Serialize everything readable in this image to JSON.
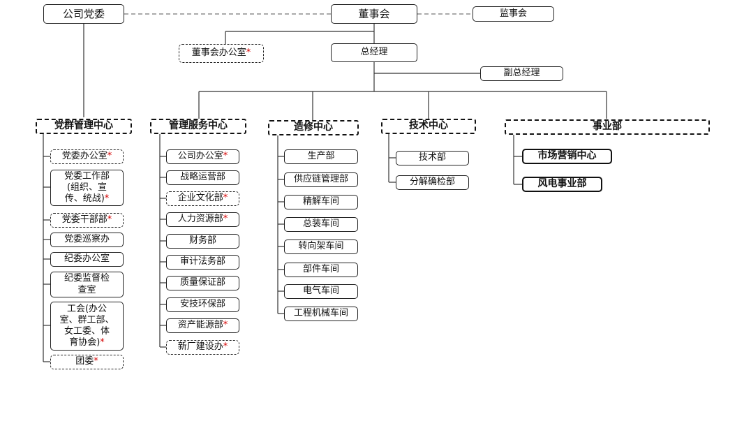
{
  "top": {
    "party": "公司党委",
    "board": "董事会",
    "supervisors": "监事会",
    "board_office": "董事会办公室",
    "gm": "总经理",
    "deputy_gm": "副总经理"
  },
  "star": "*",
  "centers": {
    "party_mass": {
      "title": "党群管理中心",
      "items": [
        "党委办公室",
        "党委工作部\n(组织、宣\n传、统战)",
        "党委干部部",
        "党委巡察办",
        "纪委办公室",
        "纪委监督检\n查室",
        "工会(办公\n室、群工部、\n女工委、体\n育协会)",
        "团委"
      ]
    },
    "mgmt_service": {
      "title": "管理服务中心",
      "items": [
        "公司办公室",
        "战略运营部",
        "企业文化部",
        "人力资源部",
        "财务部",
        "审计法务部",
        "质量保证部",
        "安技环保部",
        "资产能源部",
        "新厂建设办"
      ]
    },
    "repair": {
      "title": "造修中心",
      "items": [
        "生产部",
        "供应链管理部",
        "精解车间",
        "总装车间",
        "转向架车间",
        "部件车间",
        "电气车间",
        "工程机械车间"
      ]
    },
    "tech": {
      "title": "技术中心",
      "items": [
        "技术部",
        "分解确检部"
      ]
    },
    "business": {
      "title": "事业部",
      "items": [
        "市场营销中心",
        "风电事业部"
      ]
    }
  }
}
